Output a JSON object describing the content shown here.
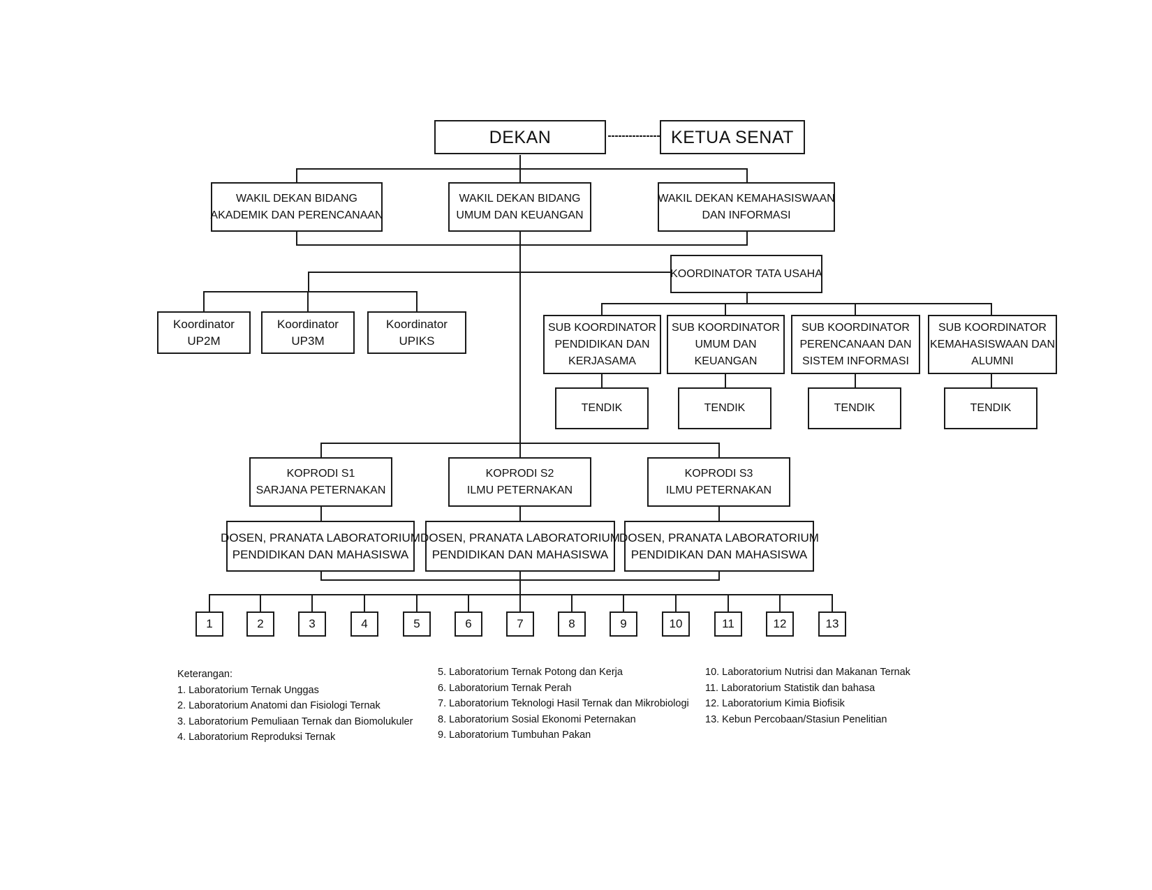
{
  "dekan": "DEKAN",
  "ketua_senat": "KETUA SENAT",
  "wakil_dekan": [
    [
      "WAKIL DEKAN BIDANG",
      "AKADEMIK DAN PERENCANAAN"
    ],
    [
      "WAKIL DEKAN BIDANG",
      "UMUM DAN KEUANGAN"
    ],
    [
      "WAKIL DEKAN KEMAHASISWAAN",
      "DAN INFORMASI"
    ]
  ],
  "koordinator_tata_usaha": "KOORDINATOR TATA USAHA",
  "koordinator_units": [
    [
      "Koordinator",
      "UP2M"
    ],
    [
      "Koordinator",
      "UP3M"
    ],
    [
      "Koordinator",
      "UPIKS"
    ]
  ],
  "sub_koordinator": [
    [
      "SUB KOORDINATOR",
      "PENDIDIKAN DAN",
      "KERJASAMA"
    ],
    [
      "SUB KOORDINATOR",
      "UMUM DAN",
      "KEUANGAN"
    ],
    [
      "SUB KOORDINATOR",
      "PERENCANAAN DAN",
      "SISTEM INFORMASI"
    ],
    [
      "SUB KOORDINATOR",
      "KEMAHASISWAAN DAN",
      "ALUMNI"
    ]
  ],
  "tendik": [
    "TENDIK",
    "TENDIK",
    "TENDIK",
    "TENDIK"
  ],
  "koprodi": [
    [
      "KOPRODI S1",
      "SARJANA PETERNAKAN"
    ],
    [
      "KOPRODI S2",
      "ILMU PETERNAKAN"
    ],
    [
      "KOPRODI S3",
      "ILMU PETERNAKAN"
    ]
  ],
  "dosen": [
    [
      "DOSEN, PRANATA LABORATORIUM",
      "PENDIDIKAN DAN MAHASISWA"
    ],
    [
      "DOSEN, PRANATA LABORATORIUM",
      "PENDIDIKAN DAN MAHASISWA"
    ],
    [
      "DOSEN, PRANATA LABORATORIUM",
      "PENDIDIKAN DAN MAHASISWA"
    ]
  ],
  "labs": [
    "1",
    "2",
    "3",
    "4",
    "5",
    "6",
    "7",
    "8",
    "9",
    "10",
    "11",
    "12",
    "13"
  ],
  "legend": {
    "title": "Keterangan:",
    "col1": [
      " 1. Laboratorium Ternak Unggas",
      " 2. Laboratorium Anatomi dan Fisiologi Ternak",
      " 3. Laboratorium Pemuliaan Ternak dan Biomolukuler",
      " 4. Laboratorium Reproduksi Ternak"
    ],
    "col2": [
      "5. Laboratorium Ternak Potong dan Kerja",
      "6. Laboratorium Ternak Perah",
      "7. Laboratorium Teknologi Hasil Ternak dan Mikrobiologi",
      "8. Laboratorium Sosial Ekonomi Peternakan",
      "9. Laboratorium Tumbuhan Pakan"
    ],
    "col3": [
      "10. Laboratorium Nutrisi dan Makanan Ternak",
      "11. Laboratorium Statistik dan bahasa",
      "12. Laboratorium Kimia Biofisik",
      "13. Kebun Percobaan/Stasiun Penelitian"
    ]
  }
}
